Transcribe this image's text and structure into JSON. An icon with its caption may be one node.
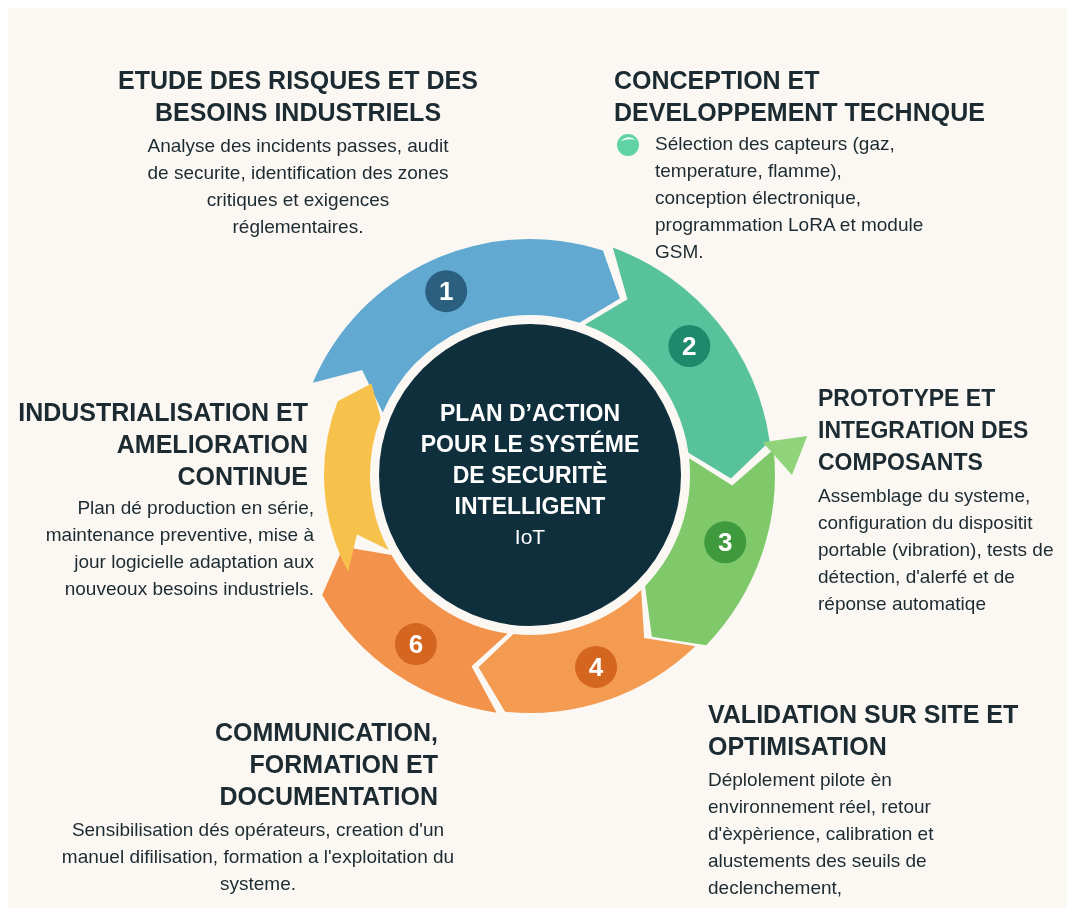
{
  "diagram": {
    "nodes": [
      {
        "text": [
          "PLAN D’ACTION POUR LE SYSTÉME DE SECURITÈ INTELLIGENT",
          "IoT"
        ]
      },
      {
        "text": [
          "1"
        ],
        "beside": [
          "ETUDE DES RISQUES ET DES BESOINS INDUSTRIELS",
          "Analyse des incidents passes, audit de securite, identification des zones critiques et exigences réglementaires."
        ]
      },
      {
        "text": [
          "2"
        ],
        "beside": [
          "CONCEPTION ET DEVELOPPEMENT TECHNQUE",
          "Sélection des capteurs (gaz, temperature, flamme), conception électronique, programmation LoRA et module GSM."
        ]
      },
      {
        "text": [
          "3"
        ],
        "beside": [
          "PROTOTYPE ET INTEGRATION DES COMPOSANTS",
          "Assemblage du systeme, configuration du dispositit portable (vibration), tests de détection, d'alerfé et de réponse automatiqe"
        ]
      },
      {
        "text": [
          "4"
        ],
        "beside": [
          "VALIDATION SUR SITE ET OPTIMISATION",
          "Déplolement pilote èn environnement réel, retour d'èxpèrience, calibration et alustements des seuils de declenchement,"
        ]
      },
      {
        "text": [
          "6"
        ],
        "beside": [
          "COMMUNICATION, FORMATION ET DOCUMENTATION",
          "Sensibilisation dés opérateurs, creation d'un manuel difilisation, formation a l'exploitation du systeme."
        ]
      },
      {
        "text": [],
        "shape": "arrow",
        "beside": [
          "INDUSTRIALISATION ET AMELIORATION CONTINUE",
          "Plan dé production en série, maintenance preventive, mise à jour logicielle adaptation aux nouveoux besoins industriels."
        ]
      }
    ]
  }
}
